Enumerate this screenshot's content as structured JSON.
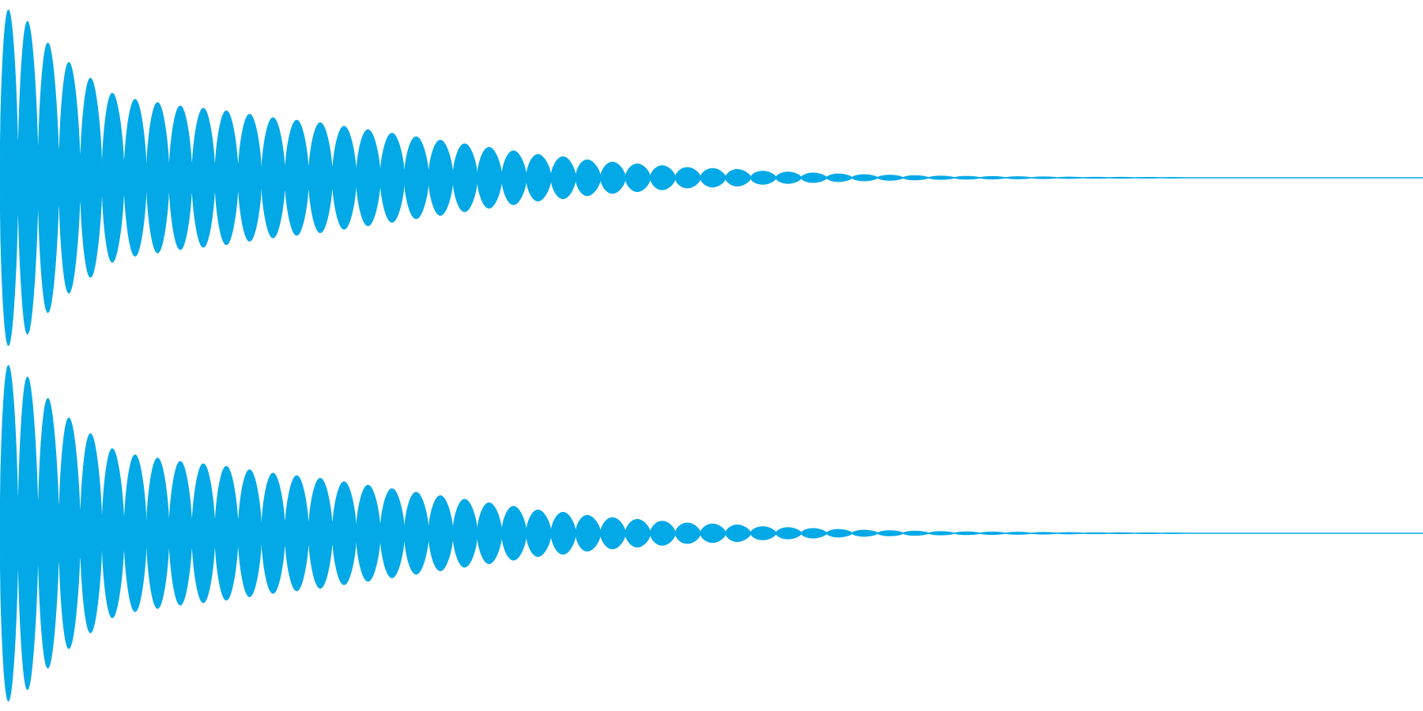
{
  "colors": {
    "background": "#ffffff",
    "waveform": "#03a9e6"
  },
  "chart_data": {
    "type": "area",
    "title": "",
    "xlabel": "",
    "ylabel": "",
    "ylim": [
      -1,
      1
    ],
    "xlim": [
      0,
      1
    ],
    "grid": false,
    "legend": "none",
    "x": [
      0.0,
      0.017,
      0.033,
      0.05,
      0.067,
      0.083,
      0.1,
      0.117,
      0.133,
      0.15,
      0.167,
      0.183,
      0.2,
      0.217,
      0.233,
      0.25,
      0.267,
      0.283,
      0.3,
      0.317,
      0.333,
      0.35,
      0.367,
      0.383,
      0.4,
      0.417,
      0.433,
      0.45,
      0.467,
      0.483,
      0.5,
      0.517,
      0.533,
      0.55,
      0.567,
      0.583,
      0.6,
      0.617,
      0.633,
      0.65,
      0.667,
      0.683,
      0.7,
      0.717,
      0.733,
      0.75,
      0.767,
      0.783,
      0.8,
      0.817,
      0.833,
      0.85,
      0.867,
      0.883,
      0.9,
      0.917,
      0.933,
      0.95,
      0.967,
      0.983,
      1.0
    ],
    "series": [
      {
        "values": [
          1.0,
          0.93,
          0.79,
          0.66,
          0.56,
          0.47,
          0.45,
          0.43,
          0.41,
          0.4,
          0.38,
          0.36,
          0.34,
          0.33,
          0.31,
          0.29,
          0.27,
          0.25,
          0.23,
          0.21,
          0.19,
          0.17,
          0.15,
          0.13,
          0.12,
          0.1,
          0.09,
          0.08,
          0.07,
          0.06,
          0.055,
          0.05,
          0.04,
          0.035,
          0.03,
          0.025,
          0.02,
          0.017,
          0.015,
          0.012,
          0.01,
          0.009,
          0.008,
          0.007,
          0.006,
          0.005,
          0.004,
          0.004,
          0.003,
          0.003,
          0.002,
          0.0,
          0.0,
          0.0,
          0.0,
          0.0,
          0.0,
          0.0,
          0.0,
          0.0,
          0.0
        ]
      },
      {
        "values": [
          1.0,
          0.93,
          0.79,
          0.66,
          0.56,
          0.47,
          0.45,
          0.43,
          0.41,
          0.4,
          0.38,
          0.36,
          0.34,
          0.33,
          0.31,
          0.29,
          0.27,
          0.25,
          0.23,
          0.21,
          0.19,
          0.17,
          0.15,
          0.13,
          0.12,
          0.1,
          0.09,
          0.08,
          0.07,
          0.06,
          0.055,
          0.05,
          0.04,
          0.035,
          0.03,
          0.025,
          0.02,
          0.017,
          0.015,
          0.012,
          0.01,
          0.009,
          0.008,
          0.007,
          0.006,
          0.005,
          0.004,
          0.004,
          0.003,
          0.003,
          0.002,
          0.0,
          0.0,
          0.0,
          0.0,
          0.0,
          0.0,
          0.0,
          0.0,
          0.0,
          0.0
        ]
      }
    ]
  }
}
